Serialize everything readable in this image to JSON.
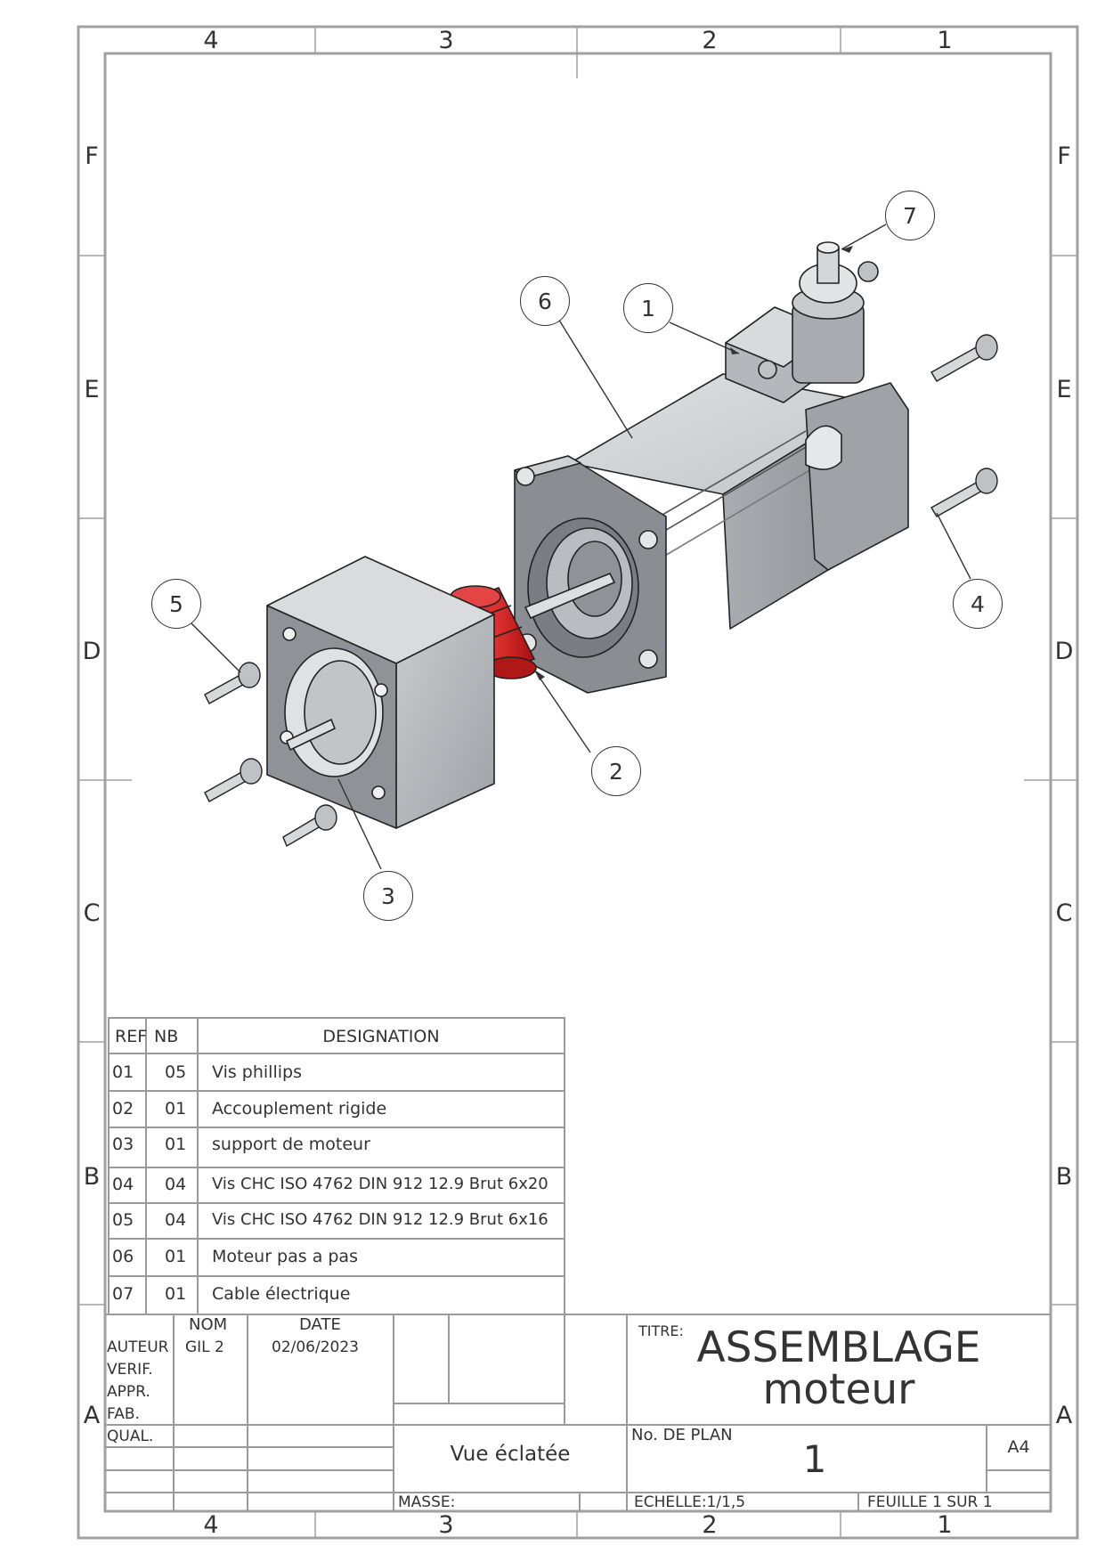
{
  "zones": {
    "columns": [
      "4",
      "3",
      "2",
      "1"
    ],
    "rows": [
      "F",
      "E",
      "D",
      "C",
      "B",
      "A"
    ]
  },
  "balloons": [
    "1",
    "2",
    "3",
    "4",
    "5",
    "6",
    "7"
  ],
  "bom": {
    "headers": {
      "ref": "REF",
      "nb": "NB",
      "designation": "DESIGNATION"
    },
    "rows": [
      {
        "ref": "01",
        "nb": "05",
        "designation": "Vis phillips"
      },
      {
        "ref": "02",
        "nb": "01",
        "designation": "Accouplement rigide"
      },
      {
        "ref": "03",
        "nb": "01",
        "designation": "support de moteur"
      },
      {
        "ref": "04",
        "nb": "04",
        "designation": "Vis CHC ISO 4762 DIN 912 12.9 Brut 6x20"
      },
      {
        "ref": "05",
        "nb": "04",
        "designation": "Vis CHC ISO 4762 DIN 912 12.9 Brut 6x16"
      },
      {
        "ref": "06",
        "nb": "01",
        "designation": "Moteur pas a pas"
      },
      {
        "ref": "07",
        "nb": "01",
        "designation": "Cable électrique"
      }
    ]
  },
  "title_block": {
    "nom_label": "NOM",
    "date_label": "DATE",
    "auteur_label": "AUTEUR",
    "auteur_nom": "GIL 2",
    "auteur_date": "02/06/2023",
    "verif_label": "VERIF.",
    "appr_label": "APPR.",
    "fab_label": "FAB.",
    "qual_label": "QUAL.",
    "titre_label": "TITRE:",
    "title_line1": "ASSEMBLAGE",
    "title_line2": "moteur",
    "view_label": "Vue éclatée",
    "plan_label": "No. DE PLAN",
    "plan_number": "1",
    "format": "A4",
    "masse_label": "MASSE:",
    "echelle": "ECHELLE:1/1,5",
    "feuille": "FEUILLE 1 SUR 1"
  },
  "colors": {
    "frame": "#9a9a9a",
    "line": "#333333",
    "part_light": "#d4d6d8",
    "part_mid": "#b7babd",
    "part_dark": "#7d8186",
    "coupling": "#d81f1f"
  }
}
